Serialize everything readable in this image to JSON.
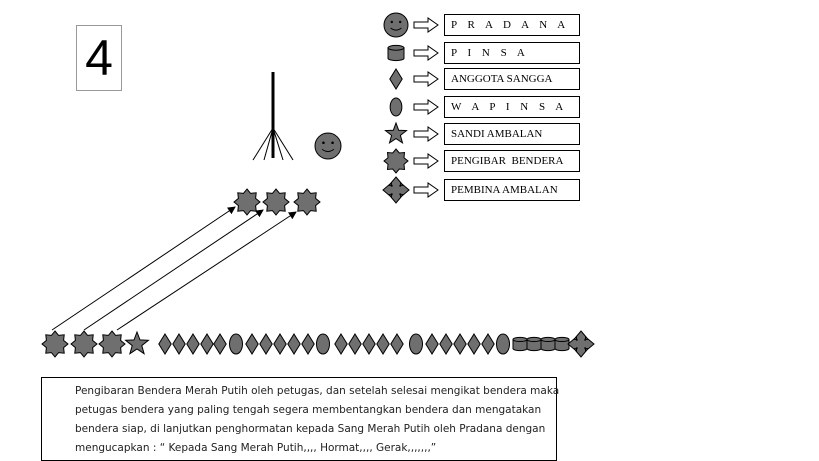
{
  "step_number": "4",
  "legend": [
    {
      "shape": "smiley-icon",
      "label": "P R A D A N A"
    },
    {
      "shape": "cylinder-icon",
      "label": "P I N S A"
    },
    {
      "shape": "diamond-icon",
      "label": "ANGGOTA SANGGA"
    },
    {
      "shape": "oval-icon",
      "label": "W A P I N S A"
    },
    {
      "shape": "star-icon",
      "label": "SANDI AMBALAN"
    },
    {
      "shape": "seal-icon",
      "label": "PENGIBAR  BENDERA"
    },
    {
      "shape": "four-arrow-icon",
      "label": "PEMBINA AMBALAN"
    }
  ],
  "description": {
    "lines": [
      "Pengibaran Bendera Merah Putih oleh petugas, dan setelah selesai mengikat bendera maka",
      "petugas bendera yang paling tengah segera membentangkan bendera dan mengatakan",
      "bendera siap, di lanjutkan penghormatan kepada Sang Merah Putih oleh Pradana dengan",
      "mengucapkan : “ Kepada Sang Merah Putih,,,, Hormat,,,, Gerak,,,,,,,”"
    ]
  },
  "colors": {
    "fill": "#6f6f6f",
    "stroke": "#000000"
  }
}
